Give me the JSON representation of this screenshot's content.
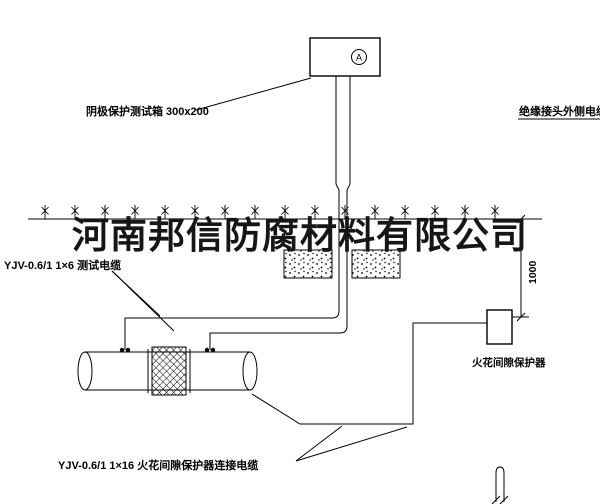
{
  "watermark": "河南邦信防腐材料有限公司",
  "labels": {
    "test_box": "阴极保护测试箱 300x200",
    "right_cable": "绝缘接头外侧电缆",
    "test_cable": "YJV-0.6/1 1×6  测试电缆",
    "dimension": "1000",
    "spark_gap": "火花间隙保护器",
    "bottom_cable": "YJV-0.6/1 1×16  火花间隙保护器连接电缆",
    "ammeter": "A"
  },
  "colors": {
    "line": "#000000",
    "background": "#ffffff",
    "watermark_text": "#161616"
  }
}
